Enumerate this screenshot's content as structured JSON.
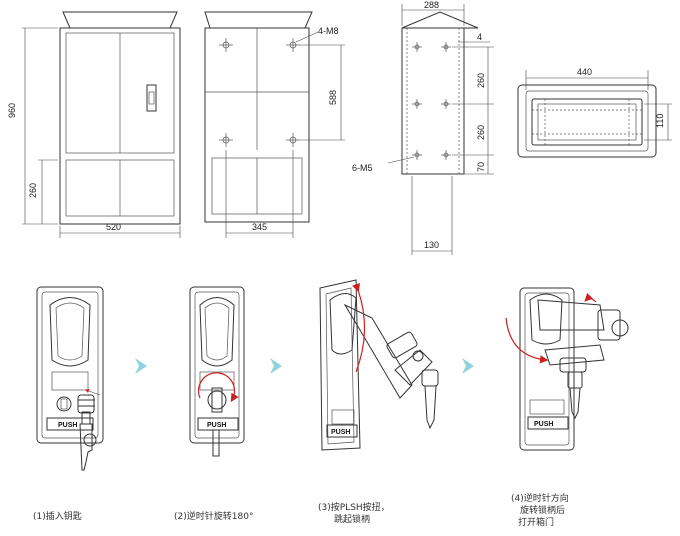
{
  "dimensions": {
    "front_height": "960",
    "front_bottom_height": "260",
    "front_width": "520",
    "mount_holes": "4-M8",
    "mount_vertical": "588",
    "mount_horizontal": "345",
    "side_width": "288",
    "side_offset": "4",
    "side_seg1": "260",
    "side_seg2": "260",
    "side_seg3": "70",
    "side_holes": "6-M5",
    "side_bottom_width": "130",
    "top_width": "440",
    "top_depth": "110"
  },
  "steps": [
    {
      "caption": "(1)插入钥匙",
      "push_label": "PUSH"
    },
    {
      "caption": "(2)逆时针旋转180°",
      "push_label": "PUSH"
    },
    {
      "caption_line1": "(3)按PLSH按扭，",
      "caption_line2": "跳起锁柄",
      "push_label": "PUSH"
    },
    {
      "caption_line1": "(4)逆时针方向",
      "caption_line2": "旋转锁柄后",
      "caption_line3": "打开箱门",
      "push_label": "PUSH"
    }
  ],
  "colors": {
    "arrow": "#8fd3de",
    "rotation_arrow": "#cc2020",
    "line": "#333333"
  },
  "icons": {
    "step_arrow": "chevron-right-icon"
  }
}
